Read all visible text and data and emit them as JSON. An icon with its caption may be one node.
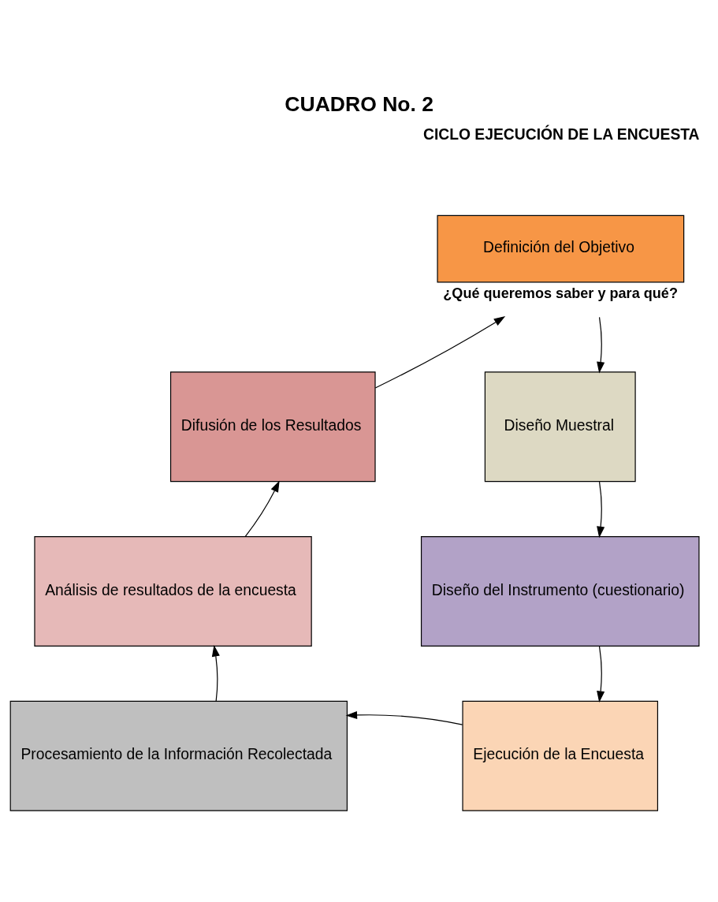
{
  "diagram": {
    "title": "CUADRO No. 2",
    "nodes": [
      {
        "text": [
          "Definición del Objetivo"
        ],
        "beside": [
          "¿Qué queremos saber y para qué?"
        ]
      },
      {
        "text": [
          "Diseño Muestral"
        ]
      },
      {
        "text": [
          "Diseño del Instrumento (cuestionario)"
        ]
      },
      {
        "text": [
          "Ejecución de la Encuesta"
        ]
      },
      {
        "text": [
          "Procesamiento de la Información Recolectada"
        ]
      },
      {
        "text": [
          "Análisis de resultados de la encuesta"
        ]
      },
      {
        "text": [
          "Difusión de los Resultados"
        ]
      }
    ],
    "edges": [
      {
        "from": 0,
        "to": 1,
        "arrow": "to"
      },
      {
        "from": 1,
        "to": 2,
        "arrow": "to"
      },
      {
        "from": 2,
        "to": 3,
        "arrow": "to"
      },
      {
        "from": 3,
        "to": 4,
        "arrow": "to"
      },
      {
        "from": 4,
        "to": 5,
        "arrow": "to"
      },
      {
        "from": 5,
        "to": 6,
        "arrow": "to"
      },
      {
        "from": 6,
        "to": 0,
        "arrow": "to"
      }
    ],
    "labels": [
      "CICLO EJECUCIÓN DE LA ENCUESTA"
    ]
  }
}
